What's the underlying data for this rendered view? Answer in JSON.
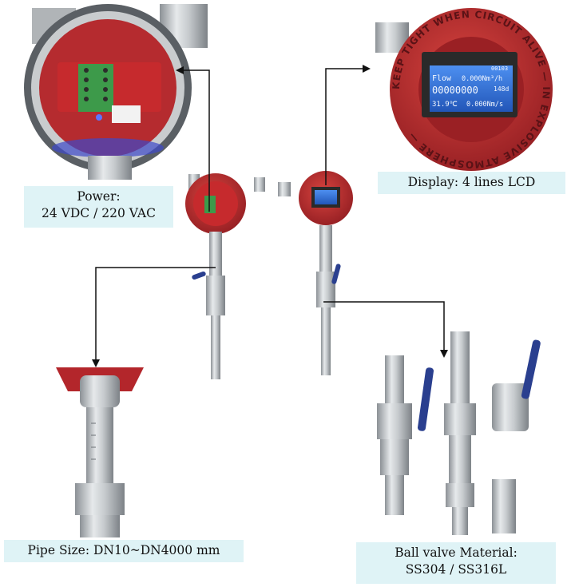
{
  "labels": {
    "power": "Power:\n24 VDC / 220 VAC",
    "display": "Display: 4 lines LCD",
    "pipe": "Pipe Size: DN10~DN4000 mm",
    "valve": "Ball valve Material:\nSS304 / SS316L"
  },
  "lcd": {
    "header": "00103",
    "flow_label": "Flow",
    "flow_value": "0.000Nm³/h",
    "total_value": "00000000",
    "total_unit": "148d",
    "temp_value": "31.9℃",
    "mass_value": "0.000Nm/s"
  },
  "bezel_text": "KEEP TIGHT WHEN CIRCUIT ALIVE — IN EXPLOSIVE ATMOSPHERE —",
  "colors": {
    "housing_red": "#b3262b",
    "steel": "#b9bec2",
    "lcd_blue": "#2f6fd6",
    "label_bg": "#dff3f6",
    "valve_handle": "#2a3f8f"
  }
}
